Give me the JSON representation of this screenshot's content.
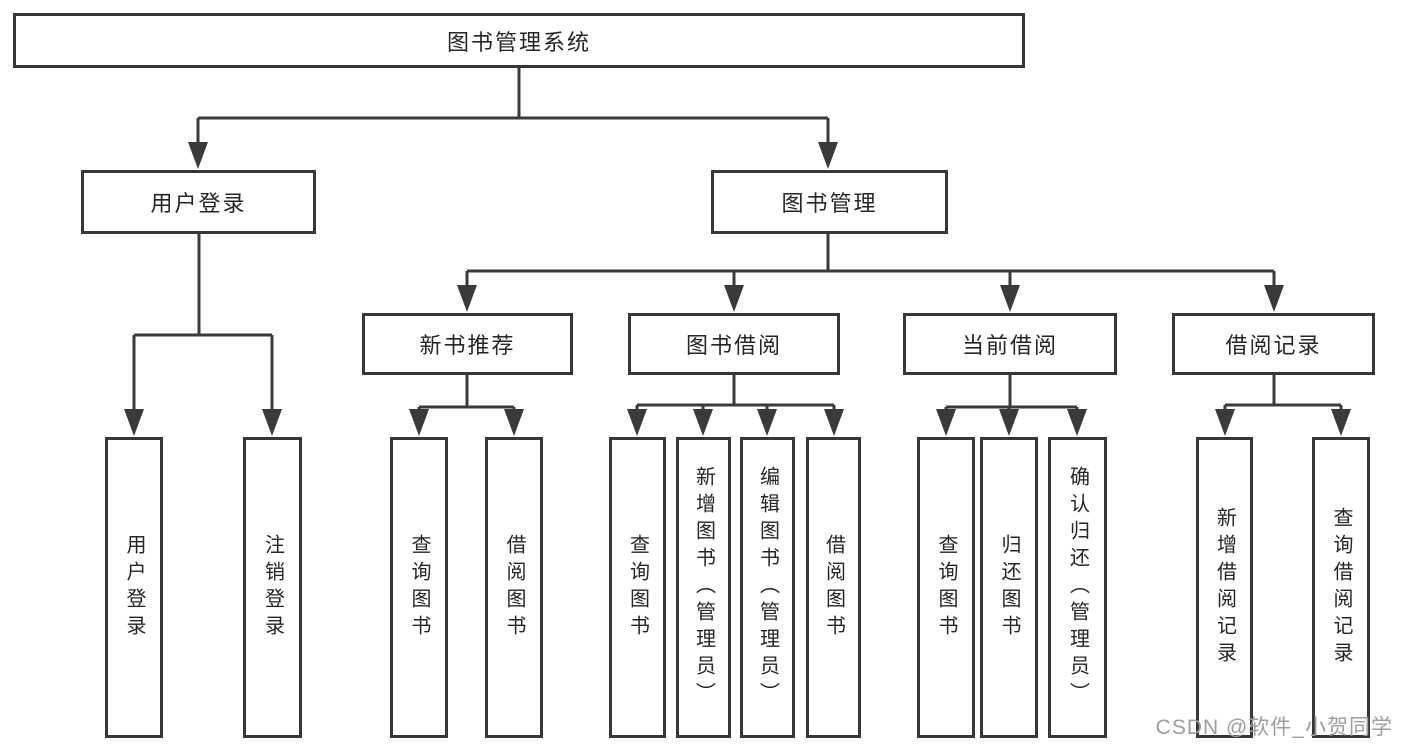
{
  "tree": {
    "root": "图书管理系统",
    "children": [
      {
        "label": "用户登录",
        "children": [
          "用户登录",
          "注销登录"
        ]
      },
      {
        "label": "图书管理",
        "children": [
          {
            "label": "新书推荐",
            "children": [
              "查询图书",
              "借阅图书"
            ]
          },
          {
            "label": "图书借阅",
            "children": [
              "查询图书",
              "新增图书（管理员）",
              "编辑图书（管理员）",
              "借阅图书"
            ]
          },
          {
            "label": "当前借阅",
            "children": [
              "查询图书",
              "归还图书",
              "确认归还（管理员）"
            ]
          },
          {
            "label": "借阅记录",
            "children": [
              "新增借阅记录",
              "查询借阅记录"
            ]
          }
        ]
      }
    ]
  },
  "watermark": "CSDN @软件_小贺同学",
  "colors": {
    "line": "#3a3a3a",
    "border": "#373737",
    "text": "#262626",
    "watermark": "#9d9d9d",
    "background": "#ffffff"
  }
}
